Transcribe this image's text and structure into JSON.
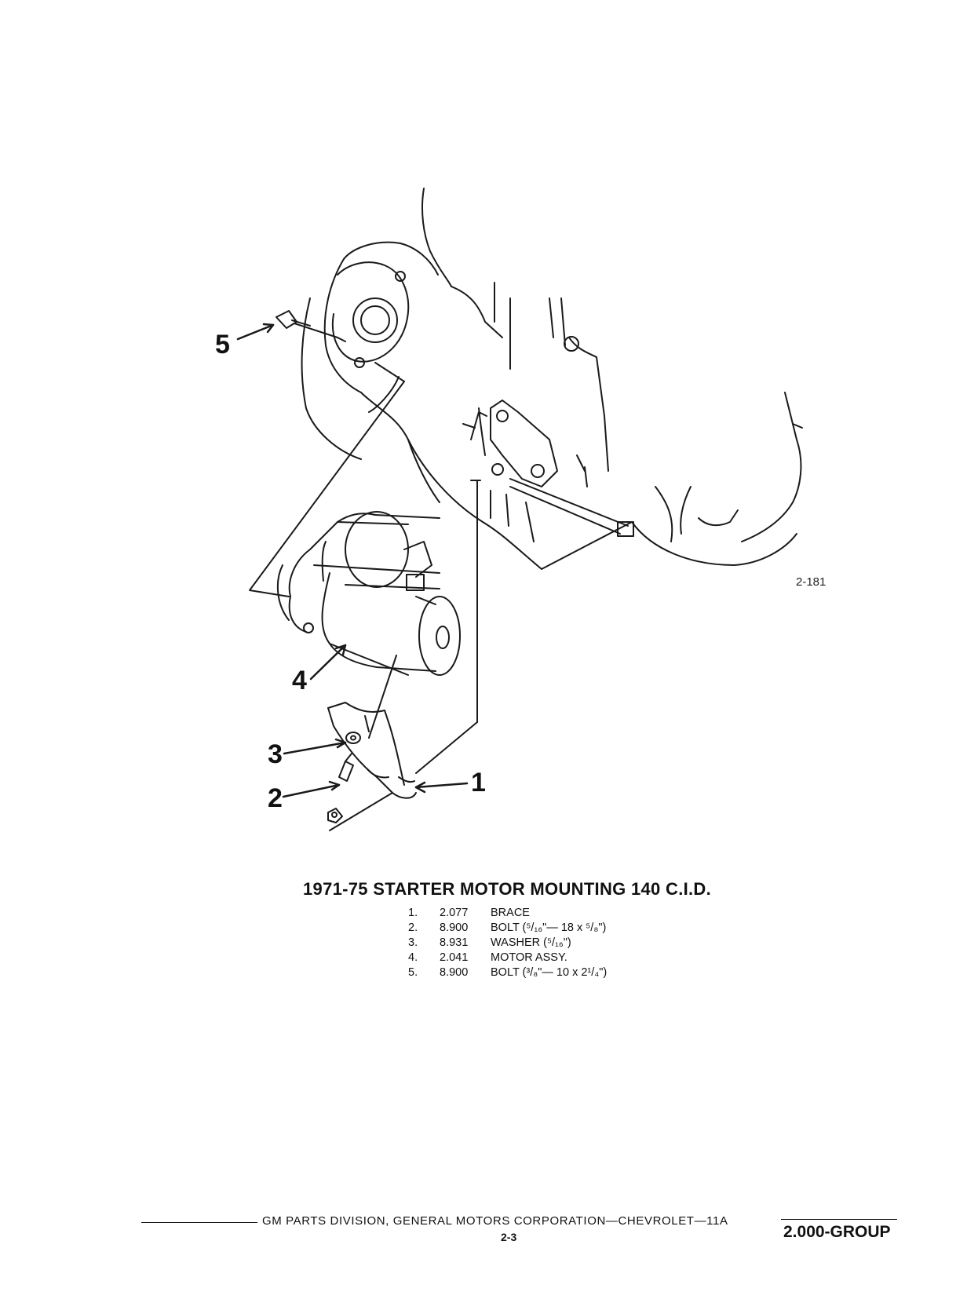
{
  "figure": {
    "code": "2-181",
    "callouts": [
      "1",
      "2",
      "3",
      "4",
      "5"
    ]
  },
  "caption": {
    "title": "1971-75 STARTER MOTOR MOUNTING 140 C.I.D."
  },
  "parts": [
    {
      "index": "1.",
      "number": "2.077",
      "description": "BRACE"
    },
    {
      "index": "2.",
      "number": "8.900",
      "description": "BOLT (⁵/₁₆\"— 18 x ⁵/₈\")"
    },
    {
      "index": "3.",
      "number": "8.931",
      "description": "WASHER (⁵/₁₆\")"
    },
    {
      "index": "4.",
      "number": "2.041",
      "description": "MOTOR ASSY."
    },
    {
      "index": "5.",
      "number": "8.900",
      "description": "BOLT (³/₈\"— 10 x 2¹/₄\")"
    }
  ],
  "footer": {
    "publisher": "GM PARTS DIVISION, GENERAL MOTORS CORPORATION—CHEVROLET—11A",
    "page": "2-3",
    "group": "2.000-GROUP"
  }
}
